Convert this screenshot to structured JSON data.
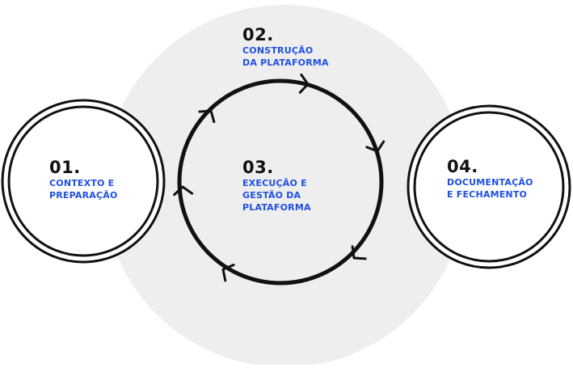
{
  "colors": {
    "accent": "#1f4fe0",
    "number": "#111111",
    "big_circle_fill": "#eeeeee",
    "stroke": "#111111"
  },
  "steps": [
    {
      "number": "01.",
      "title": "CONTEXTO E\nPREPARAÇÃO"
    },
    {
      "number": "02.",
      "title": "CONSTRUÇÃO\nDA PLATAFORMA"
    },
    {
      "number": "03.",
      "title": "EXECUÇÃO E\nGESTÃO DA\nPLATAFORMA"
    },
    {
      "number": "04.",
      "title": "DOCUMENTAÇÃO\nE FECHAMENTO"
    }
  ],
  "cycle": {
    "arrow_count": 6,
    "icon": "cycle-arrow-icon"
  }
}
